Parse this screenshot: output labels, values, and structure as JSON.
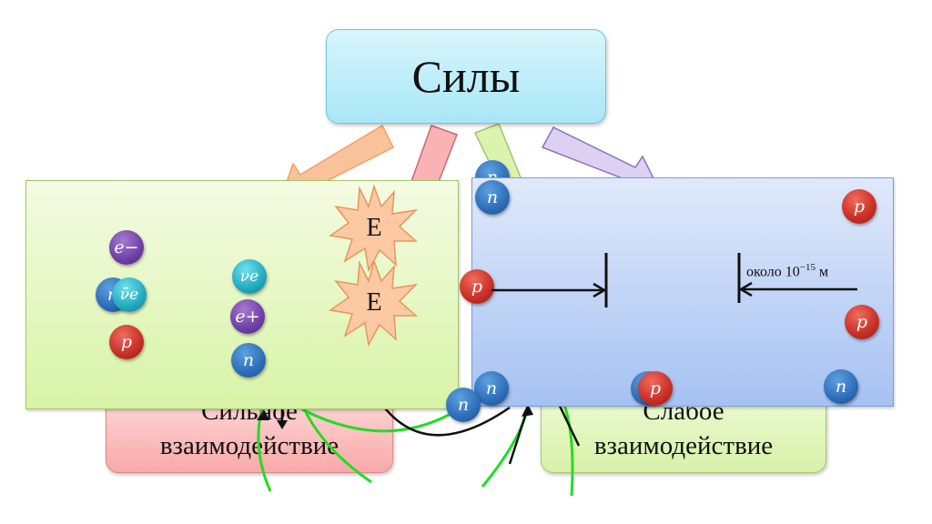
{
  "title": "Силы",
  "boxes": {
    "strong": {
      "line1": "Сильное",
      "line2": "взаимодействие"
    },
    "weak": {
      "line1": "Слабое",
      "line2": "взаимодействие"
    }
  },
  "green_panel": {
    "particles_left": [
      "e−",
      "n",
      "ν̄e",
      "p"
    ],
    "particles_right": [
      "νe",
      "e+",
      "n"
    ],
    "energy_labels": [
      "E",
      "E"
    ]
  },
  "blue_panel": {
    "distance_label_prefix": "около 10",
    "distance_exponent": "−15",
    "distance_unit": "м",
    "particles": [
      "n",
      "n",
      "p",
      "p",
      "p",
      "n",
      "n",
      "p",
      "n",
      "n"
    ]
  },
  "arrows": {
    "colors": {
      "orange": "#f9b98a",
      "red": "#f7a9a9",
      "green": "#d8f0a8",
      "purple": "#d6c6ef"
    }
  },
  "colors": {
    "proton": "#c62f25",
    "neutron": "#2d6db8",
    "electron": "#6e3fa5",
    "neutrino": "#22a9bf",
    "field_line": "#22dd22"
  }
}
